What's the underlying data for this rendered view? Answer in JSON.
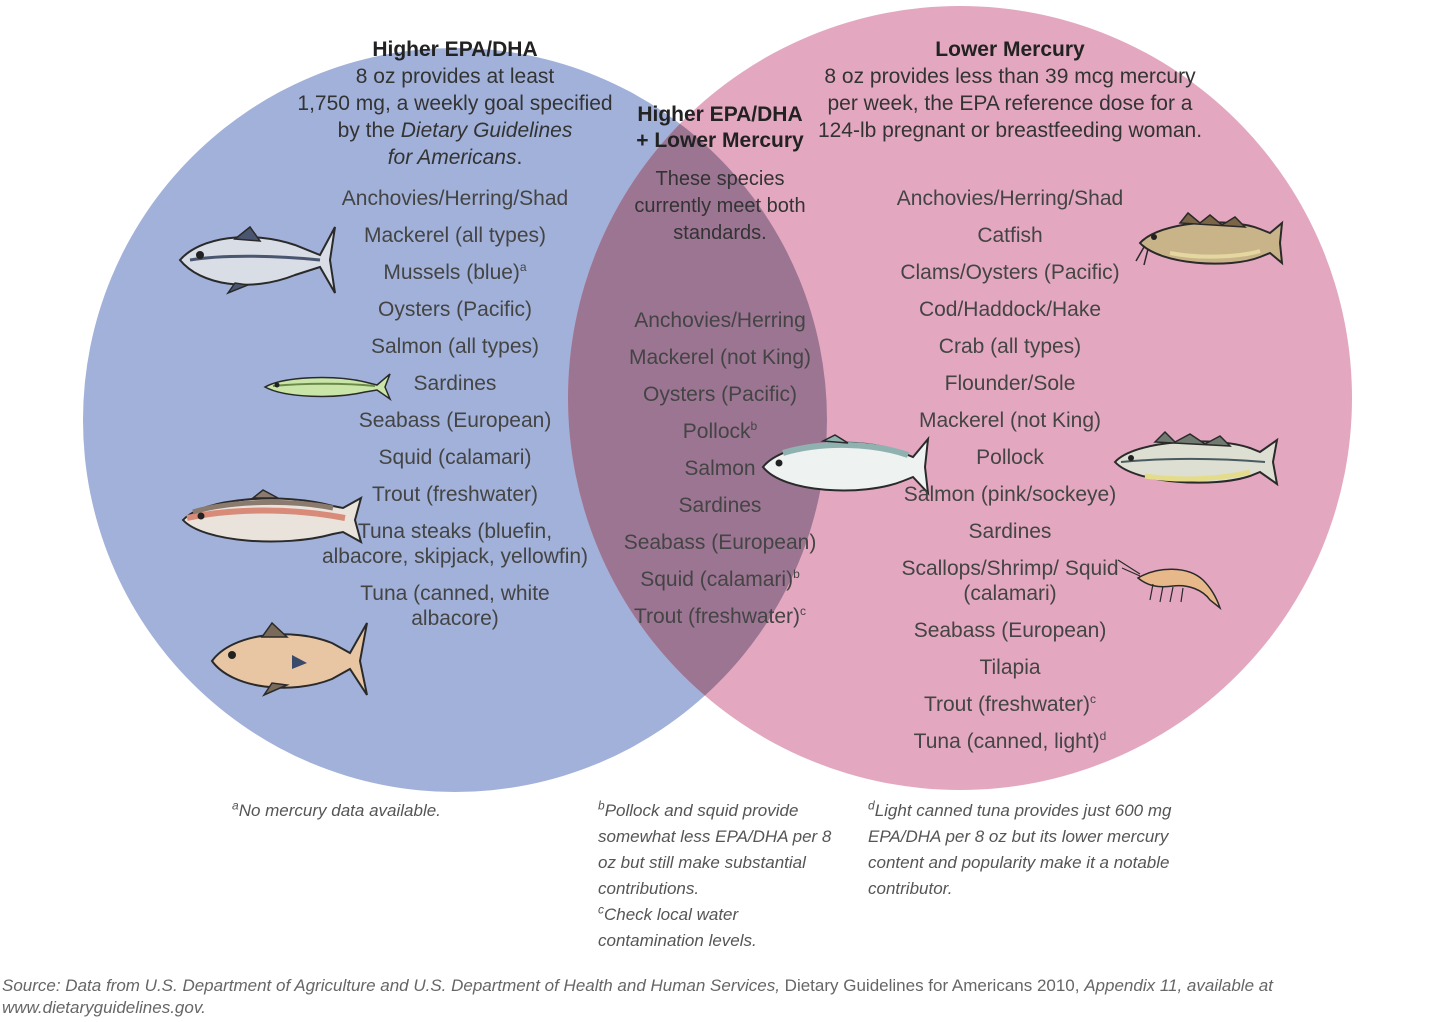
{
  "colors": {
    "left_circle": "#a1b1d9",
    "right_circle": "#e3a8bf",
    "overlap": "#9c7593",
    "text": "#3a3a3a"
  },
  "left": {
    "heading": "Higher EPA/DHA",
    "desc_line1": "8 oz provides at least",
    "desc_line2": "1,750 mg, a weekly goal specified",
    "desc_line3_pre": "by the",
    "desc_line3_italic": "Dietary Guidelines",
    "desc_line4_italic": "for Americans",
    "desc_line4_post": ".",
    "items": [
      {
        "text": "Anchovies/Herring/Shad",
        "sup": ""
      },
      {
        "text": "Mackerel (all types)",
        "sup": ""
      },
      {
        "text": "Mussels (blue)",
        "sup": "a"
      },
      {
        "text": "Oysters (Pacific)",
        "sup": ""
      },
      {
        "text": "Salmon (all types)",
        "sup": ""
      },
      {
        "text": "Sardines",
        "sup": ""
      },
      {
        "text": "Seabass (European)",
        "sup": ""
      },
      {
        "text": "Squid (calamari)",
        "sup": ""
      },
      {
        "text": "Trout (freshwater)",
        "sup": ""
      },
      {
        "text": "Tuna steaks (bluefin, albacore, skipjack, yellowfin)",
        "sup": ""
      },
      {
        "text": "Tuna (canned, white albacore)",
        "sup": ""
      }
    ]
  },
  "middle": {
    "heading": "Higher EPA/DHA + Lower Mercury",
    "desc": "These species currently meet both standards.",
    "items": [
      {
        "text": "Anchovies/Herring",
        "sup": ""
      },
      {
        "text": "Mackerel (not King)",
        "sup": ""
      },
      {
        "text": "Oysters (Pacific)",
        "sup": ""
      },
      {
        "text": "Pollock",
        "sup": "b"
      },
      {
        "text": "Salmon",
        "sup": ""
      },
      {
        "text": "Sardines",
        "sup": ""
      },
      {
        "text": "Seabass (European)",
        "sup": ""
      },
      {
        "text": "Squid (calamari)",
        "sup": "b"
      },
      {
        "text": "Trout (freshwater)",
        "sup": "c"
      }
    ]
  },
  "right": {
    "heading": "Lower Mercury",
    "desc": "8 oz provides less than 39 mcg mercury per week, the EPA reference dose for a 124-lb pregnant or breastfeeding woman.",
    "items": [
      {
        "text": "Anchovies/Herring/Shad",
        "sup": ""
      },
      {
        "text": "Catfish",
        "sup": ""
      },
      {
        "text": "Clams/Oysters (Pacific)",
        "sup": ""
      },
      {
        "text": "Cod/Haddock/Hake",
        "sup": ""
      },
      {
        "text": "Crab (all types)",
        "sup": ""
      },
      {
        "text": "Flounder/Sole",
        "sup": ""
      },
      {
        "text": "Mackerel (not King)",
        "sup": ""
      },
      {
        "text": "Pollock",
        "sup": ""
      },
      {
        "text": "Salmon (pink/sockeye)",
        "sup": ""
      },
      {
        "text": "Sardines",
        "sup": ""
      },
      {
        "text": "Scallops/Shrimp/ Squid (calamari)",
        "sup": ""
      },
      {
        "text": "Seabass (European)",
        "sup": ""
      },
      {
        "text": "Tilapia",
        "sup": ""
      },
      {
        "text": "Trout (freshwater)",
        "sup": "c"
      },
      {
        "text": "Tuna (canned, light)",
        "sup": "d"
      }
    ]
  },
  "footnotes": {
    "a": {
      "mark": "a",
      "text": "No mercury data available."
    },
    "b": {
      "mark": "b",
      "text": "Pollock and squid provide somewhat less EPA/DHA per 8 oz but still make substantial contributions."
    },
    "c": {
      "mark": "c",
      "text": "Check local water contamination levels."
    },
    "d": {
      "mark": "d",
      "text": "Light canned tuna provides just 600 mg EPA/DHA per 8 oz but its lower mercury content and popularity make it a notable contributor."
    }
  },
  "source": {
    "part1_italic": "Source: Data from U.S. Department of Agriculture and U.S. Department of Health and Human Services,",
    "part2": " Dietary Guidelines for Americans 2010, ",
    "part3_italic": "Appendix 11, available at www.dietaryguidelines.gov."
  },
  "icons": [
    "tuna-fish-icon",
    "sardine-fish-icon",
    "trout-fish-icon",
    "yellowfin-tuna-fish-icon",
    "salmon-fish-icon",
    "catfish-icon",
    "pollock-fish-icon",
    "shrimp-icon"
  ]
}
